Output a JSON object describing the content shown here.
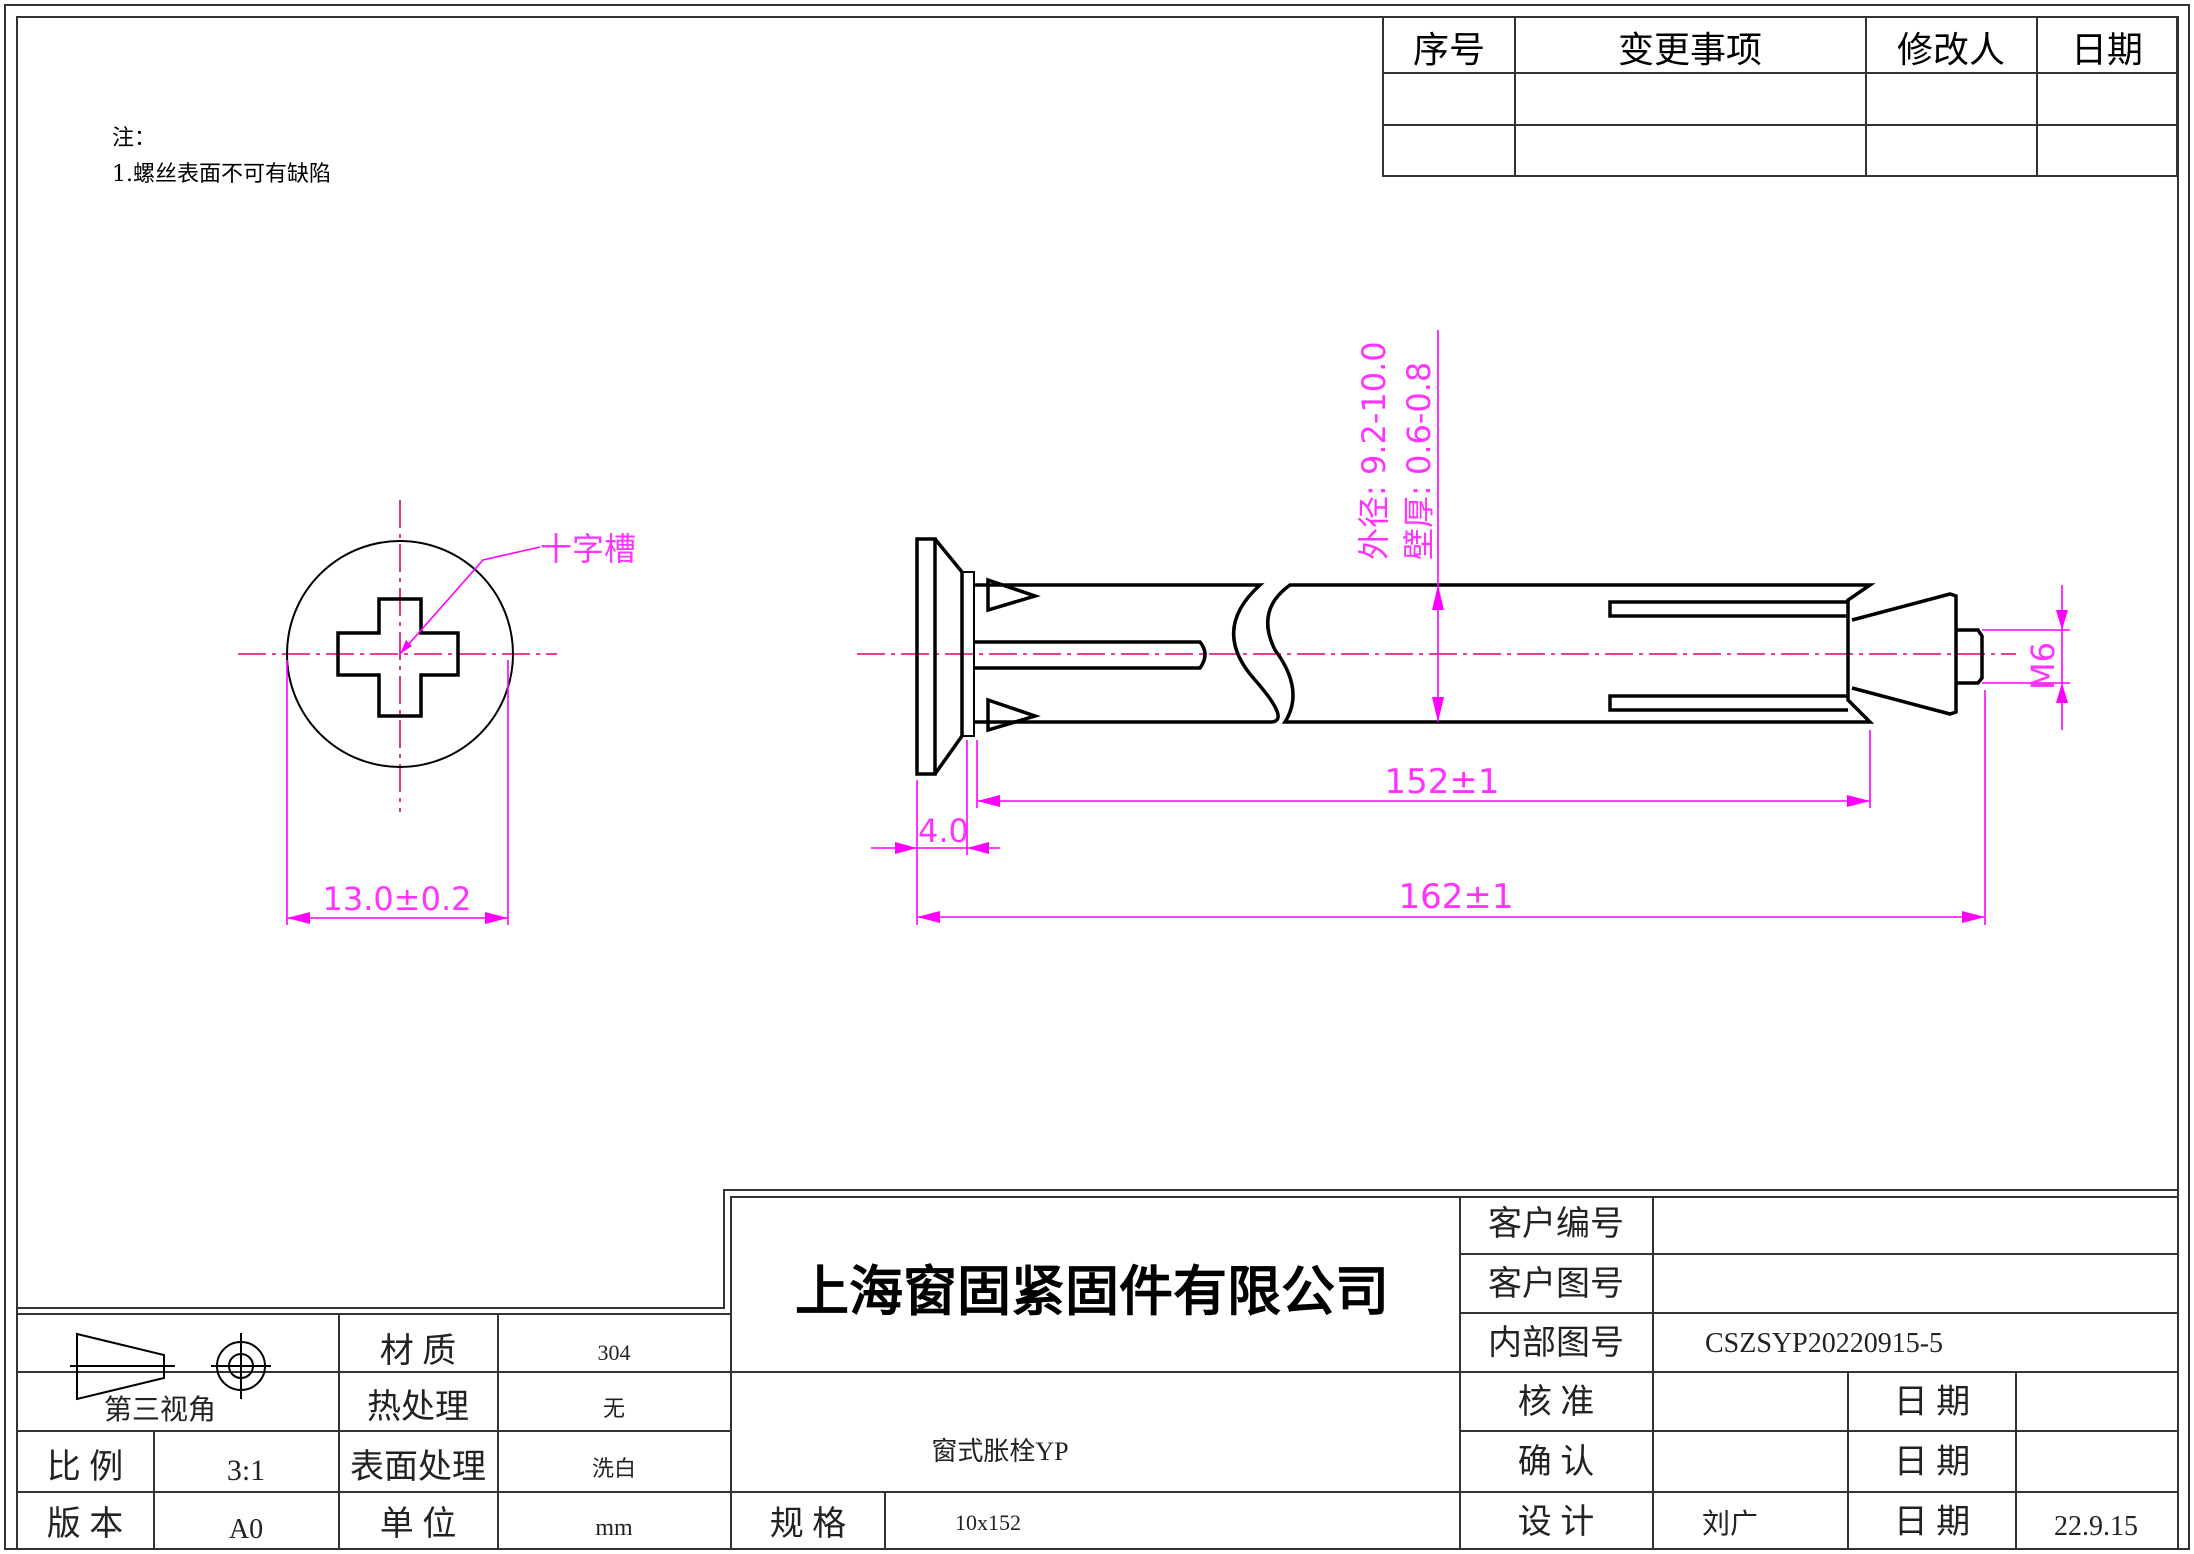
{
  "revision_table": {
    "headers": [
      "序号",
      "变更事项",
      "修改人",
      "日期"
    ],
    "rows": [
      [
        "",
        "",
        "",
        ""
      ],
      [
        "",
        "",
        "",
        ""
      ]
    ]
  },
  "notes": {
    "title": "注：",
    "items": [
      "1.螺丝表面不可有缺陷"
    ]
  },
  "drawing": {
    "head_view": {
      "slot_label": "十字槽",
      "diameter_dim": "13.0±0.2"
    },
    "side_view": {
      "outer_diameter": "外径: 9.2-10.0",
      "wall_thickness": "壁厚: 0.6-0.8",
      "sleeve_length": "152±1",
      "total_length": "162±1",
      "head_thickness": "4.0",
      "thread": "M6"
    },
    "colors": {
      "dimension": "#ff00ff",
      "centerline": "#e0006a",
      "outline": "#000000"
    }
  },
  "title_block": {
    "company": "上海窗固紧固件有限公司",
    "product_name": "窗式胀栓YP",
    "projection_label": "第三视角",
    "material_label": "材 质",
    "material": "304",
    "heat_label": "热处理",
    "heat": "无",
    "surface_label": "表面处理",
    "surface": "洗白",
    "scale_label": "比 例",
    "scale": "3:1",
    "version_label": "版 本",
    "version": "A0",
    "unit_label": "单 位",
    "unit": "mm",
    "spec_label": "规   格",
    "spec": "10x152",
    "customer_no_label": "客户编号",
    "customer_no": "",
    "customer_dwg_label": "客户图号",
    "customer_dwg": "",
    "internal_dwg_label": "内部图号",
    "internal_dwg": "CSZSYP20220915-5",
    "approve_label": "核   准",
    "approve": "",
    "confirm_label": "确   认",
    "confirm": "",
    "design_label": "设   计",
    "designer": "刘广",
    "date_label": "日   期",
    "approve_date": "",
    "confirm_date": "",
    "design_date": "22.9.15"
  }
}
